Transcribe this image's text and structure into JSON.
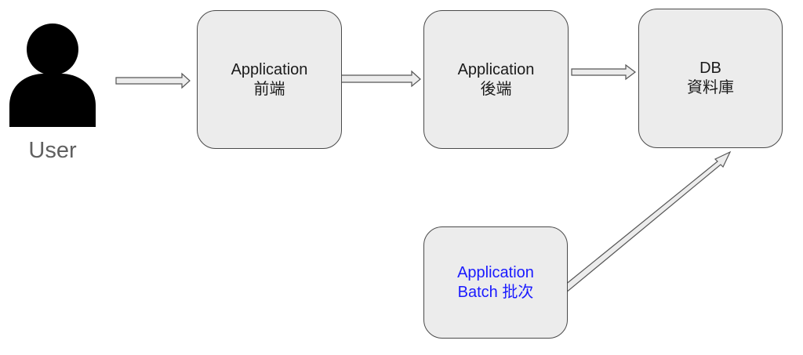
{
  "user": {
    "label": "User",
    "icon": "user-icon"
  },
  "nodes": {
    "frontend": {
      "line1": "Application",
      "line2": "前端"
    },
    "backend": {
      "line1": "Application",
      "line2": "後端"
    },
    "database": {
      "line1": "DB",
      "line2": "資料庫"
    },
    "batch": {
      "line1": "Application",
      "line2": "Batch 批次",
      "color": "#1a1aff"
    }
  },
  "edges": [
    {
      "from": "user",
      "to": "frontend"
    },
    {
      "from": "frontend",
      "to": "backend"
    },
    {
      "from": "backend",
      "to": "database"
    },
    {
      "from": "batch",
      "to": "database"
    }
  ],
  "colors": {
    "box_fill": "#ececec",
    "box_border": "#4a4a4a",
    "arrow_fill": "#ececec",
    "arrow_stroke": "#555555",
    "user_icon": "#000000",
    "user_label": "#606060"
  }
}
